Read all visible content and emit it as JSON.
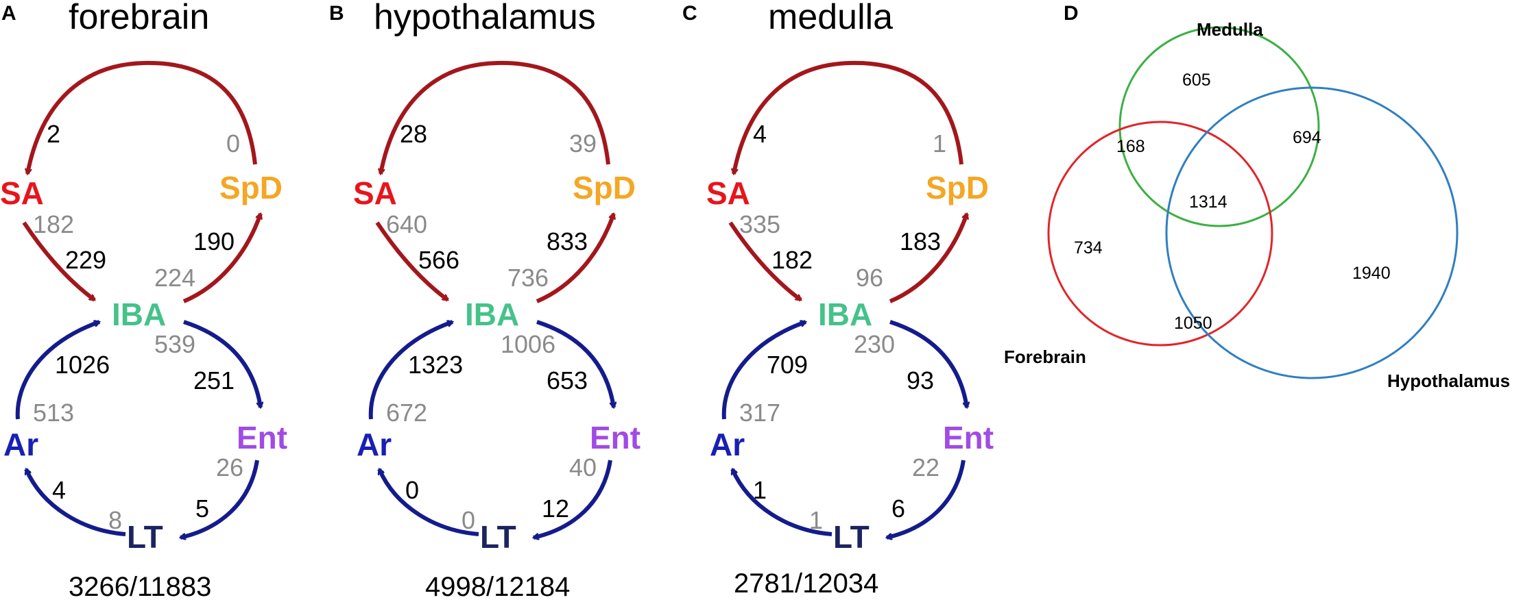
{
  "colors": {
    "red_arrow": "#a3171c",
    "blue_arrow": "#141c8c",
    "SA": "#e8141c",
    "SpD": "#f5a623",
    "IBA": "#45c28a",
    "Ent": "#a04be6",
    "Ar": "#1820b4",
    "LT": "#1c2460",
    "black_number": "#000000",
    "grey_number": "#8a8a8a",
    "venn_medulla": "#3cb043",
    "venn_forebrain": "#e0252a",
    "venn_hypothalamus": "#2f7fc1"
  },
  "nodes": {
    "SA": "SA",
    "SpD": "SpD",
    "IBA": "IBA",
    "Ent": "Ent",
    "Ar": "Ar",
    "LT": "LT"
  },
  "panels": [
    {
      "label": "A",
      "title": "forebrain",
      "total": "3266/11883",
      "numbers": {
        "spd_sa_black": "2",
        "spd_sa_grey": "0",
        "sa_iba_grey": "182",
        "sa_iba_black": "229",
        "iba_spd_black": "190",
        "iba_spd_grey": "224",
        "iba_ent_grey": "539",
        "iba_ent_black": "251",
        "ar_iba_black": "1026",
        "ar_iba_grey": "513",
        "ent_lt_grey": "26",
        "ent_lt_black": "5",
        "lt_ar_black": "4",
        "lt_ar_grey": "8"
      }
    },
    {
      "label": "B",
      "title": "hypothalamus",
      "total": "4998/12184",
      "numbers": {
        "spd_sa_black": "28",
        "spd_sa_grey": "39",
        "sa_iba_grey": "640",
        "sa_iba_black": "566",
        "iba_spd_black": "833",
        "iba_spd_grey": "736",
        "iba_ent_grey": "1006",
        "iba_ent_black": "653",
        "ar_iba_black": "1323",
        "ar_iba_grey": "672",
        "ent_lt_grey": "40",
        "ent_lt_black": "12",
        "lt_ar_black": "0",
        "lt_ar_grey": "0"
      }
    },
    {
      "label": "C",
      "title": "medulla",
      "total": "2781/12034",
      "numbers": {
        "spd_sa_black": "4",
        "spd_sa_grey": "1",
        "sa_iba_grey": "335",
        "sa_iba_black": "182",
        "iba_spd_black": "183",
        "iba_spd_grey": "96",
        "iba_ent_grey": "230",
        "iba_ent_black": "93",
        "ar_iba_black": "709",
        "ar_iba_grey": "317",
        "ent_lt_grey": "22",
        "ent_lt_black": "6",
        "lt_ar_black": "1",
        "lt_ar_grey": "1"
      }
    }
  ],
  "venn": {
    "label": "D",
    "sets": {
      "medulla": "Medulla",
      "forebrain": "Forebrain",
      "hypothalamus": "Hypothalamus"
    },
    "regions": {
      "medulla_only": "605",
      "forebrain_medulla": "168",
      "medulla_hypothalamus": "694",
      "all_three": "1314",
      "forebrain_only": "734",
      "hypothalamus_only": "1940",
      "forebrain_hypothalamus": "1050"
    }
  }
}
